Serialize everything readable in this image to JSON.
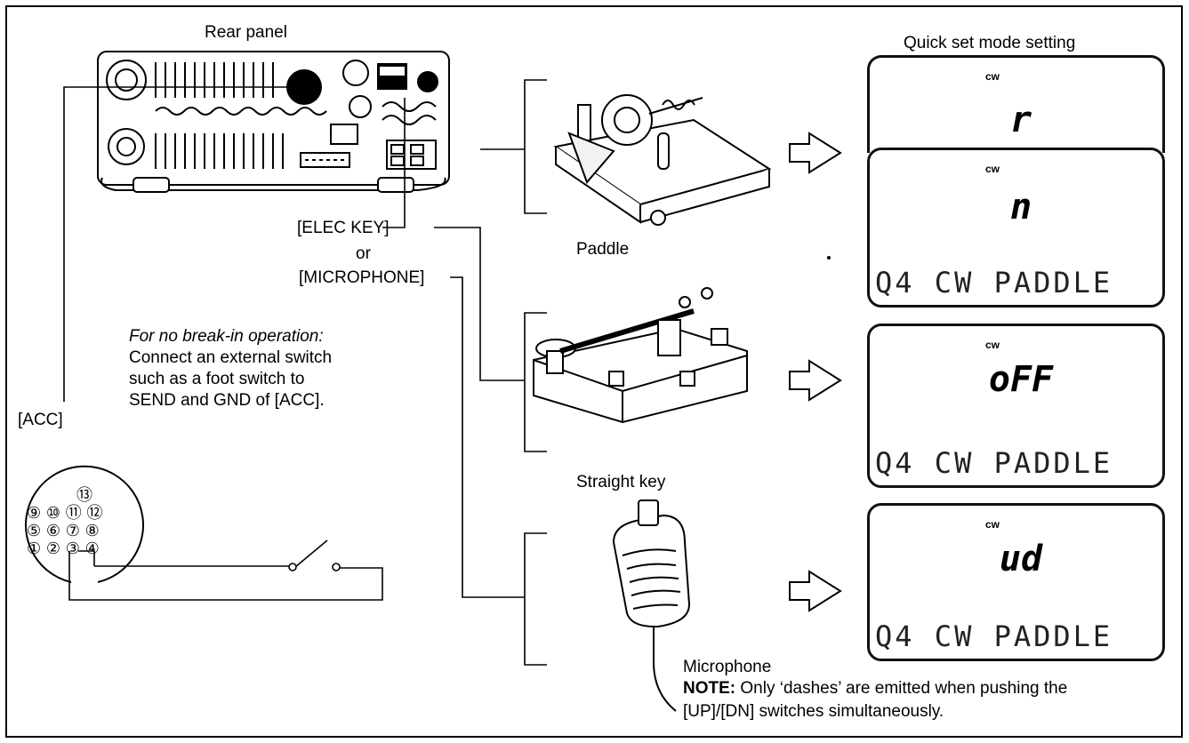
{
  "labels": {
    "rear_panel": "Rear panel",
    "quick_set": "Quick set mode setting",
    "elec_key": "[ELEC KEY]",
    "or": "or",
    "microphone_jack": "[MICROPHONE]",
    "no_breakin_title": "For no break-in operation:",
    "no_breakin_line1": "Connect an external switch",
    "no_breakin_line2": "such as a foot switch to",
    "no_breakin_line3": "SEND and GND of [ACC].",
    "acc": "[ACC]",
    "paddle": "Paddle",
    "straight_key": "Straight key",
    "microphone": "Microphone",
    "note_prefix": "NOTE:",
    "note_line1": " Only ‘dashes’ are emitted when pushing the",
    "note_line2": "[UP]/[DN] switches simultaneously."
  },
  "acc_pins": [
    "⑬",
    "⑨",
    "⑩",
    "⑪",
    "⑫",
    "⑤",
    "⑥",
    "⑦",
    "⑧",
    "①",
    "②",
    "③",
    "④"
  ],
  "displays": [
    {
      "indicator": "cw",
      "value": "r",
      "bottom": ""
    },
    {
      "indicator": "cw",
      "value": "n",
      "bottom": "Q4 CW PADDLE"
    },
    {
      "indicator": "cw",
      "value": "oFF",
      "bottom": "Q4 CW PADDLE"
    },
    {
      "indicator": "cw",
      "value": "ud",
      "bottom": "Q4 CW PADDLE"
    }
  ]
}
